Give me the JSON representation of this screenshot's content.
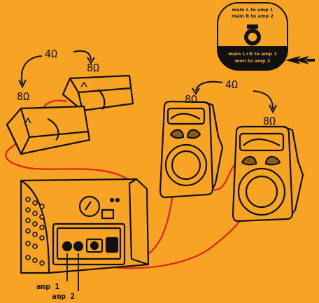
{
  "switch_panel": {
    "upper_line1": "main L to amp 1",
    "upper_line2": "main R to amp 2",
    "lower_line1": "main L+R to amp 1",
    "lower_line2": "mon to amp 2"
  },
  "monitor_speakers": {
    "impedance_total": "4Ω",
    "impedance_each": "8Ω"
  },
  "main_speakers": {
    "impedance_total": "4Ω",
    "impedance_each": "8Ω"
  },
  "amp_labels": {
    "amp1": "amp 1",
    "amp2": "amp 2"
  },
  "colors": {
    "background": "#f7a323",
    "cable": "#e3201b",
    "ink": "#111111",
    "speaker_fill": "#f7a323"
  }
}
